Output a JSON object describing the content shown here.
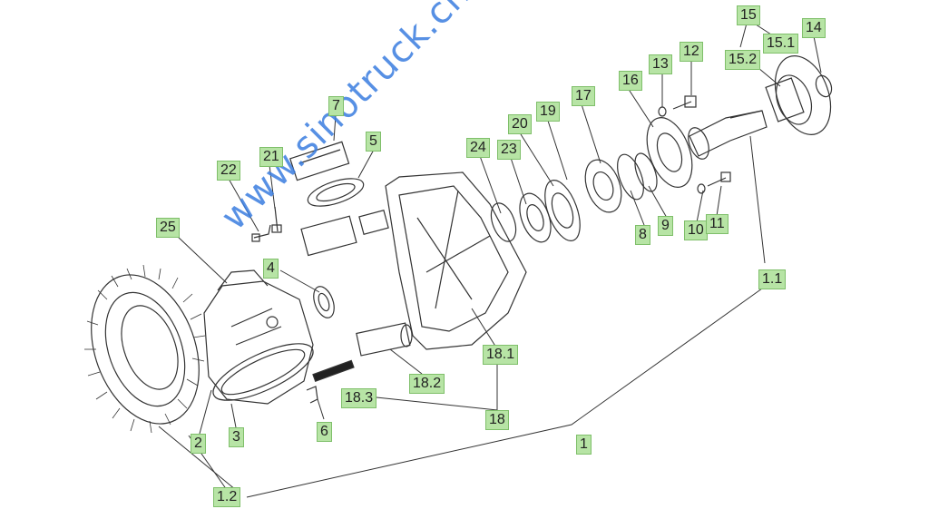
{
  "watermark": "www.sinotruck.ch",
  "labels": {
    "l1": "1",
    "l1_1": "1.1",
    "l1_2": "1.2",
    "l2": "2",
    "l3": "3",
    "l4": "4",
    "l5": "5",
    "l6": "6",
    "l7": "7",
    "l8": "8",
    "l9": "9",
    "l10": "10",
    "l11": "11",
    "l12": "12",
    "l13": "13",
    "l14": "14",
    "l15": "15",
    "l15_1": "15.1",
    "l15_2": "15.2",
    "l16": "16",
    "l17": "17",
    "l18": "18",
    "l18_1": "18.1",
    "l18_2": "18.2",
    "l18_3": "18.3",
    "l19": "19",
    "l20": "20",
    "l21": "21",
    "l22": "22",
    "l23": "23",
    "l24": "24",
    "l25": "25"
  },
  "colors": {
    "label_bg": "#b7e4a5",
    "line": "#333333",
    "watermark": "#3a7de0"
  }
}
